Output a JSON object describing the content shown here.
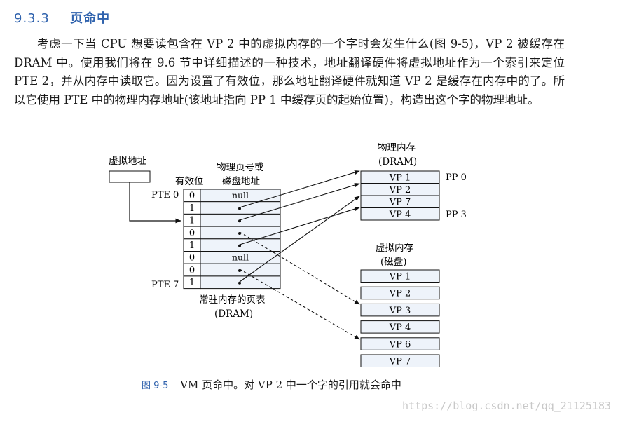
{
  "section": {
    "number": "9.3.3",
    "title": "页命中"
  },
  "paragraph": "考虑一下当 CPU 想要读包含在 VP 2 中的虚拟内存的一个字时会发生什么(图 9-5)，VP 2 被缓存在 DRAM 中。使用我们将在 9.6 节中详细描述的一种技术，地址翻译硬件将虚拟地址作为一个索引来定位 PTE 2，并从内存中读取它。因为设置了有效位，那么地址翻译硬件就知道 VP 2 是缓存在内存中的了。所以它使用 PTE 中的物理内存地址(该地址指向 PP 1 中缓存页的起始位置)，构造出这个字的物理地址。",
  "figure": {
    "virtual_address_label": "虚拟地址",
    "valid_header": "有效位",
    "ppn_header_line1": "物理页号或",
    "ppn_header_line2": "磁盘地址",
    "pte_first_label": "PTE 0",
    "pte_last_label": "PTE 7",
    "page_table": [
      {
        "valid": "0",
        "addr": "null"
      },
      {
        "valid": "1",
        "addr": ""
      },
      {
        "valid": "1",
        "addr": ""
      },
      {
        "valid": "0",
        "addr": ""
      },
      {
        "valid": "1",
        "addr": ""
      },
      {
        "valid": "0",
        "addr": "null"
      },
      {
        "valid": "0",
        "addr": ""
      },
      {
        "valid": "1",
        "addr": ""
      }
    ],
    "page_table_caption_line1": "常驻内存的页表",
    "page_table_caption_line2": "(DRAM)",
    "physical_memory_title_line1": "物理内存",
    "physical_memory_title_line2": "(DRAM)",
    "physical_pages": [
      "VP 1",
      "VP 2",
      "VP 7",
      "VP 4"
    ],
    "pp_first_label": "PP 0",
    "pp_last_label": "PP 3",
    "virtual_memory_title_line1": "虚拟内存",
    "virtual_memory_title_line2": "(磁盘)",
    "disk_pages": [
      "VP 1",
      "VP 2",
      "VP 3",
      "VP 4",
      "VP 6",
      "VP 7"
    ]
  },
  "caption": {
    "fig_number": "图 9-5",
    "text": "VM 页命中。对 VP 2 中一个字的引用就会命中"
  },
  "watermark": "https://blog.csdn.net/qq_21125183",
  "colors": {
    "heading_blue": "#2f62ad",
    "cell_shade": "#eef3fa"
  }
}
